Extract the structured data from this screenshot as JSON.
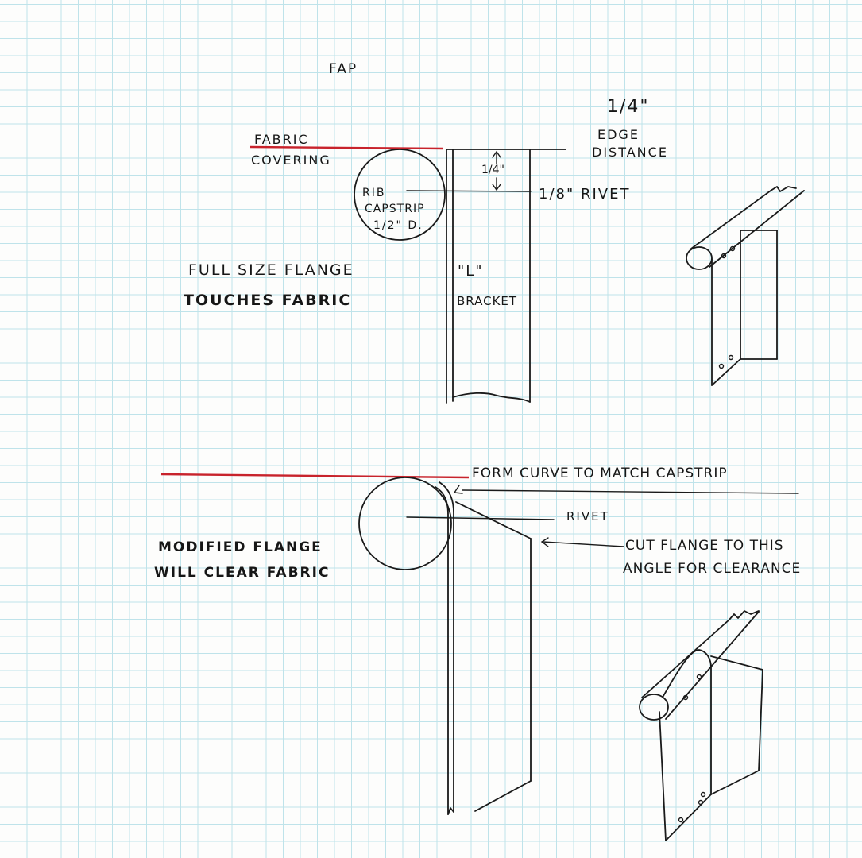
{
  "title": "FAP",
  "top": {
    "fabric_label_line1": "FABRIC",
    "fabric_label_line2": "COVERING",
    "edge_dim": "1/4\"",
    "edge_label_line1": "EDGE",
    "edge_label_line2": "DISTANCE",
    "inner_dim": "1/4\"",
    "rivet_label": "1/8\" RIVET",
    "rib_label_line1": "RIB",
    "rib_label_line2": "CAPSTRIP",
    "rib_label_line3": "1/2\" D.",
    "bracket_label_line1": "\"L\"",
    "bracket_label_line2": "BRACKET",
    "caption_line1": "FULL SIZE FLANGE",
    "caption_line2": "TOUCHES FABRIC"
  },
  "bottom": {
    "form_label": "FORM CURVE TO MATCH CAPSTRIP",
    "rivet_label": "RIVET",
    "cut_label_line1": "CUT FLANGE TO THIS",
    "cut_label_line2": "ANGLE FOR CLEARANCE",
    "caption_line1": "MODIFIED FLANGE",
    "caption_line2": "WILL CLEAR FABRIC"
  },
  "colors": {
    "ink": "#1a1a1a",
    "fabric_line": "#c8232c",
    "grid": "#bfe3ea"
  }
}
